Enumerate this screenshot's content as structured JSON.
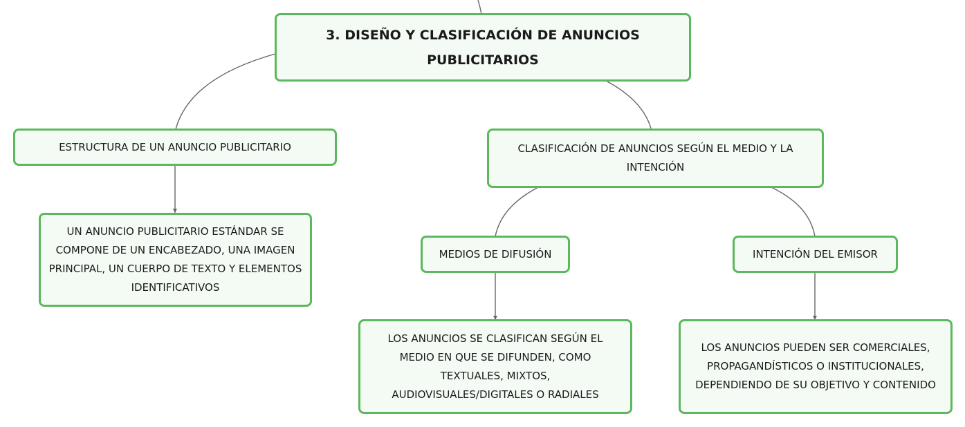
{
  "map": {
    "root": "3. DISEÑO Y CLASIFICACIÓN DE ANUNCIOS PUBLICITARIOS",
    "structure": {
      "title": "ESTRUCTURA DE UN ANUNCIO PUBLICITARIO",
      "detail": "UN ANUNCIO PUBLICITARIO ESTÁNDAR SE COMPONE DE UN ENCABEZADO, UNA IMAGEN PRINCIPAL, UN CUERPO DE TEXTO Y ELEMENTOS IDENTIFICATIVOS"
    },
    "classification": {
      "title": "CLASIFICACIÓN DE ANUNCIOS SEGÚN EL MEDIO Y LA INTENCIÓN",
      "media": {
        "title": "MEDIOS DE DIFUSIÓN",
        "detail": "LOS ANUNCIOS SE CLASIFICAN SEGÚN EL MEDIO EN QUE SE DIFUNDEN, COMO TEXTUALES, MIXTOS, AUDIOVISUALES/DIGITALES O RADIALES"
      },
      "intent": {
        "title": "INTENCIÓN DEL EMISOR",
        "detail": "LOS ANUNCIOS PUEDEN SER COMERCIALES, PROPAGANDÍSTICOS O INSTITUCIONALES, DEPENDIENDO DE SU OBJETIVO Y CONTENIDO"
      }
    }
  },
  "colors": {
    "node_border": "#5cb85c",
    "node_fill": "#f4fbf5",
    "connector": "#666666"
  }
}
